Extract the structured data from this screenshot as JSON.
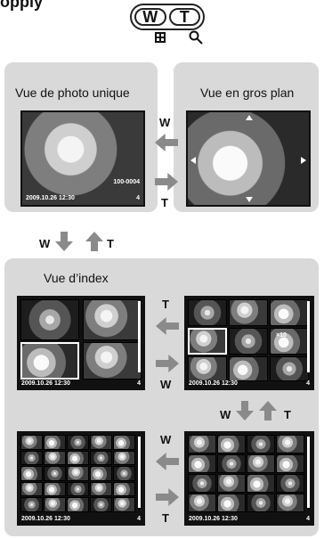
{
  "header_text": "opply",
  "buttons": {
    "w": "W",
    "t": "T"
  },
  "icons": {
    "grid": "grid-icon",
    "magnify": "magnify-icon"
  },
  "panels": {
    "single": {
      "label": "Vue de photo unique",
      "date": "2009.10.26 12:30",
      "file": "100-0004",
      "count": "4"
    },
    "closeup": {
      "label": "Vue en gros plan"
    },
    "index": {
      "label": "Vue d’index"
    }
  },
  "arrows": {
    "top_w": "W",
    "top_t": "T",
    "mid_w": "W",
    "mid_t": "T",
    "idx1_t": "T",
    "idx1_w": "W",
    "idx_mid_w": "W",
    "idx_mid_t": "T",
    "idx2_w": "W",
    "idx2_t": "T"
  },
  "index_screens": {
    "a": {
      "date": "2009.10.26",
      "time": "12:30",
      "count": "4"
    },
    "b": {
      "date": "2009.10.26",
      "time": "12:30",
      "count": "4",
      "zoom": "×10"
    },
    "c": {
      "date": "2009.10.26",
      "time": "12:30",
      "count": "4"
    },
    "d": {
      "date": "2009.10.26",
      "time": "12:30",
      "count": "4"
    }
  },
  "colors": {
    "panel_bg": "#d9d9d9",
    "arrow": "#8a8a8a"
  }
}
